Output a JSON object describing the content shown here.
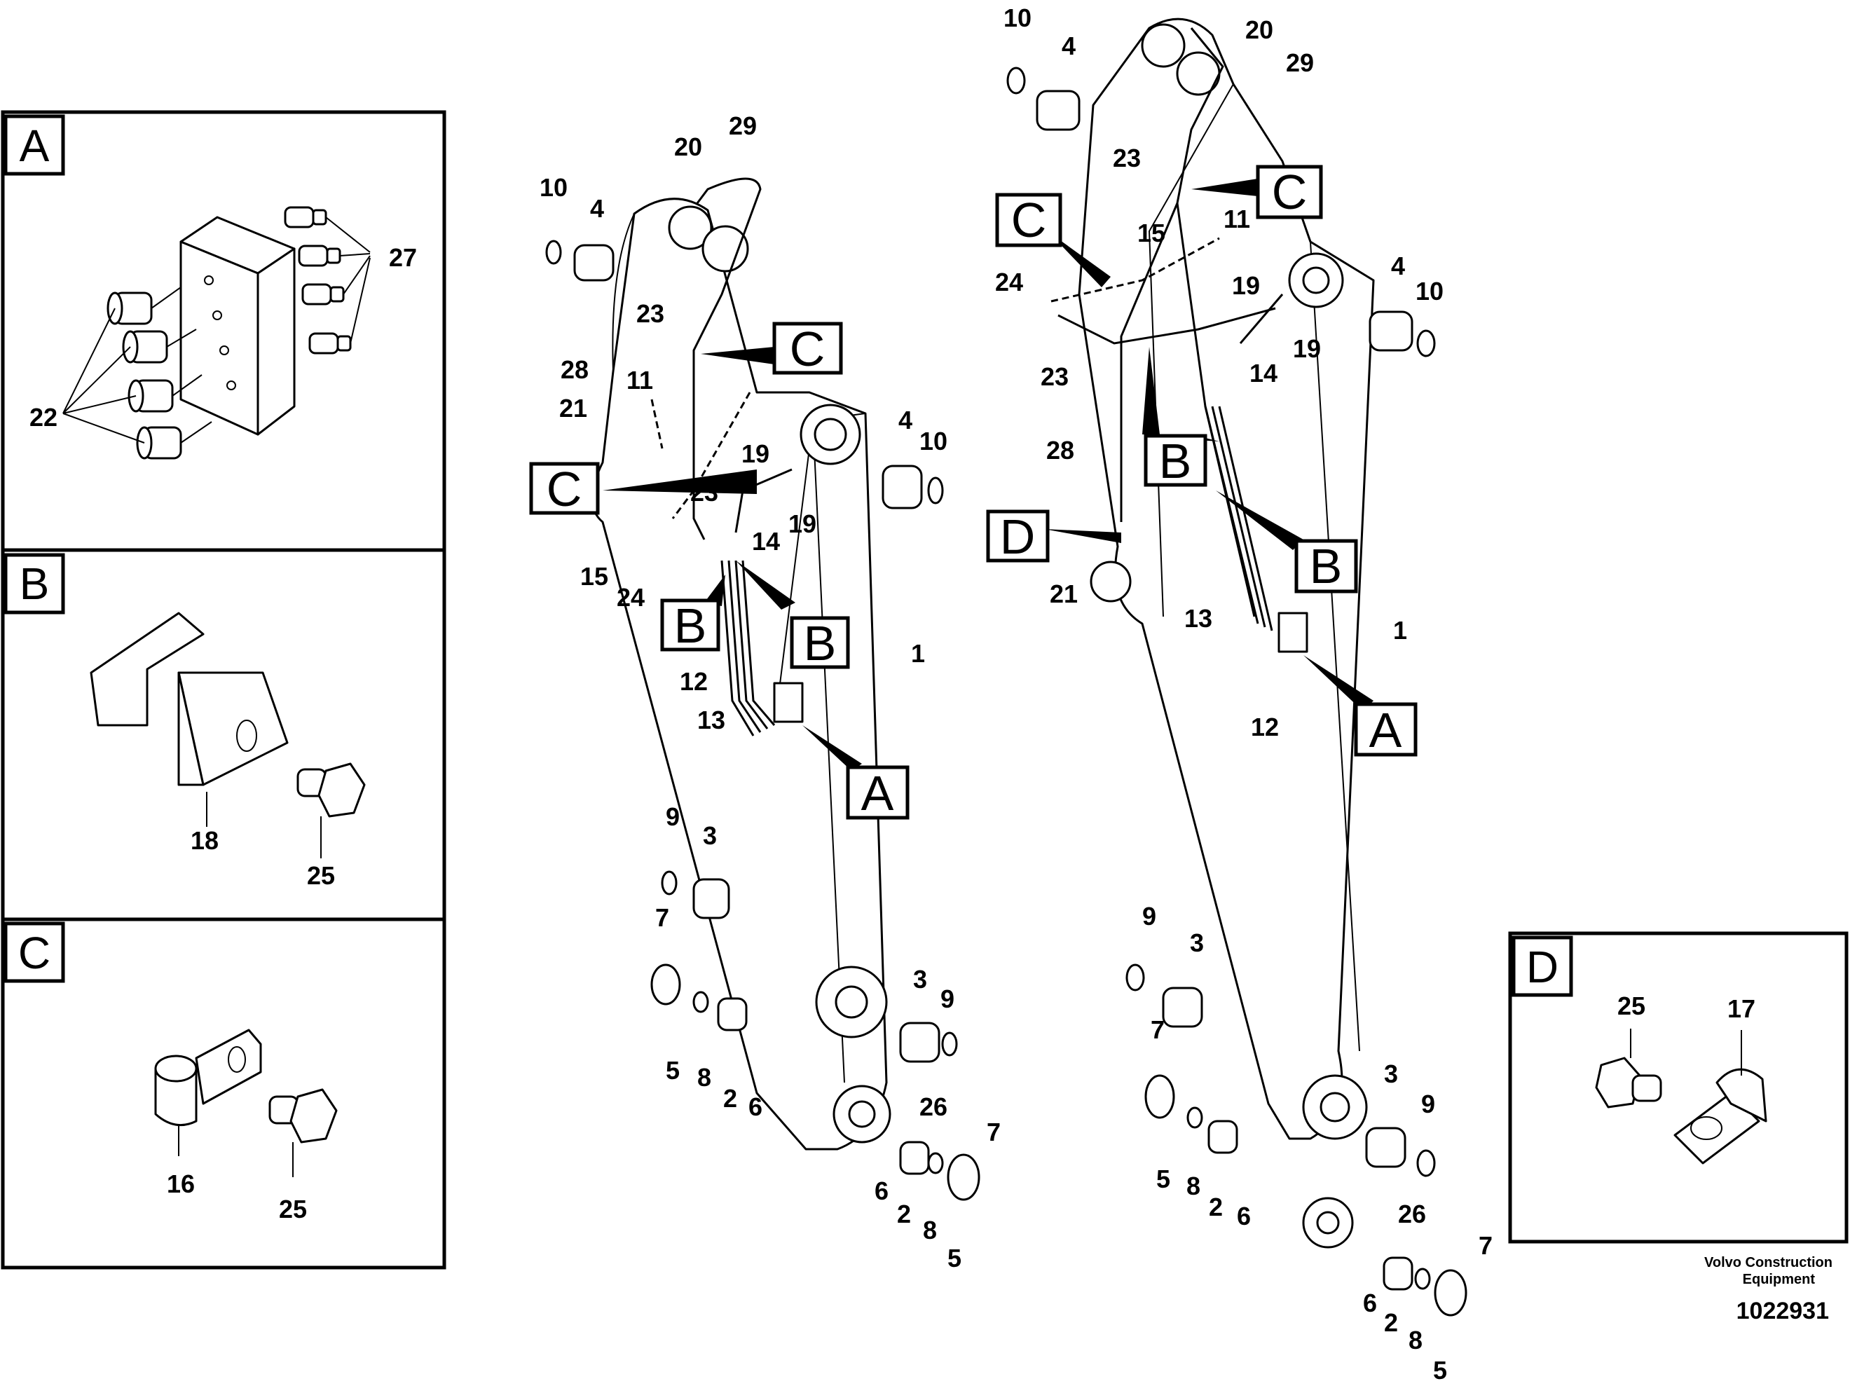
{
  "panels": {
    "A": {
      "letter": "A",
      "labels": [
        "27",
        "22"
      ]
    },
    "B": {
      "letter": "B",
      "labels": [
        "18",
        "25"
      ]
    },
    "C": {
      "letter": "C",
      "labels": [
        "16",
        "25"
      ]
    },
    "D": {
      "letter": "D",
      "labels": [
        "25",
        "17"
      ]
    }
  },
  "left_boom": {
    "callouts": [
      "10",
      "4",
      "20",
      "29",
      "23",
      "28",
      "11",
      "21",
      "19",
      "23",
      "14",
      "19",
      "15",
      "24",
      "4",
      "10",
      "1",
      "12",
      "13",
      "9",
      "3",
      "7",
      "3",
      "9",
      "5",
      "8",
      "2",
      "6",
      "26",
      "7",
      "6",
      "2",
      "8",
      "5"
    ],
    "box_labels": [
      "C",
      "C",
      "B",
      "B",
      "A"
    ]
  },
  "right_boom": {
    "callouts": [
      "10",
      "4",
      "20",
      "29",
      "23",
      "11",
      "15",
      "24",
      "19",
      "4",
      "10",
      "19",
      "14",
      "23",
      "28",
      "21",
      "13",
      "1",
      "12",
      "9",
      "3",
      "7",
      "3",
      "9",
      "5",
      "8",
      "2",
      "6",
      "26",
      "7",
      "6",
      "2",
      "8",
      "5"
    ],
    "box_labels": [
      "C",
      "C",
      "B",
      "B",
      "D",
      "A"
    ]
  },
  "footer": {
    "brand_line1": "Volvo Construction",
    "brand_line2": "Equipment",
    "drawing_id": "1022931"
  }
}
